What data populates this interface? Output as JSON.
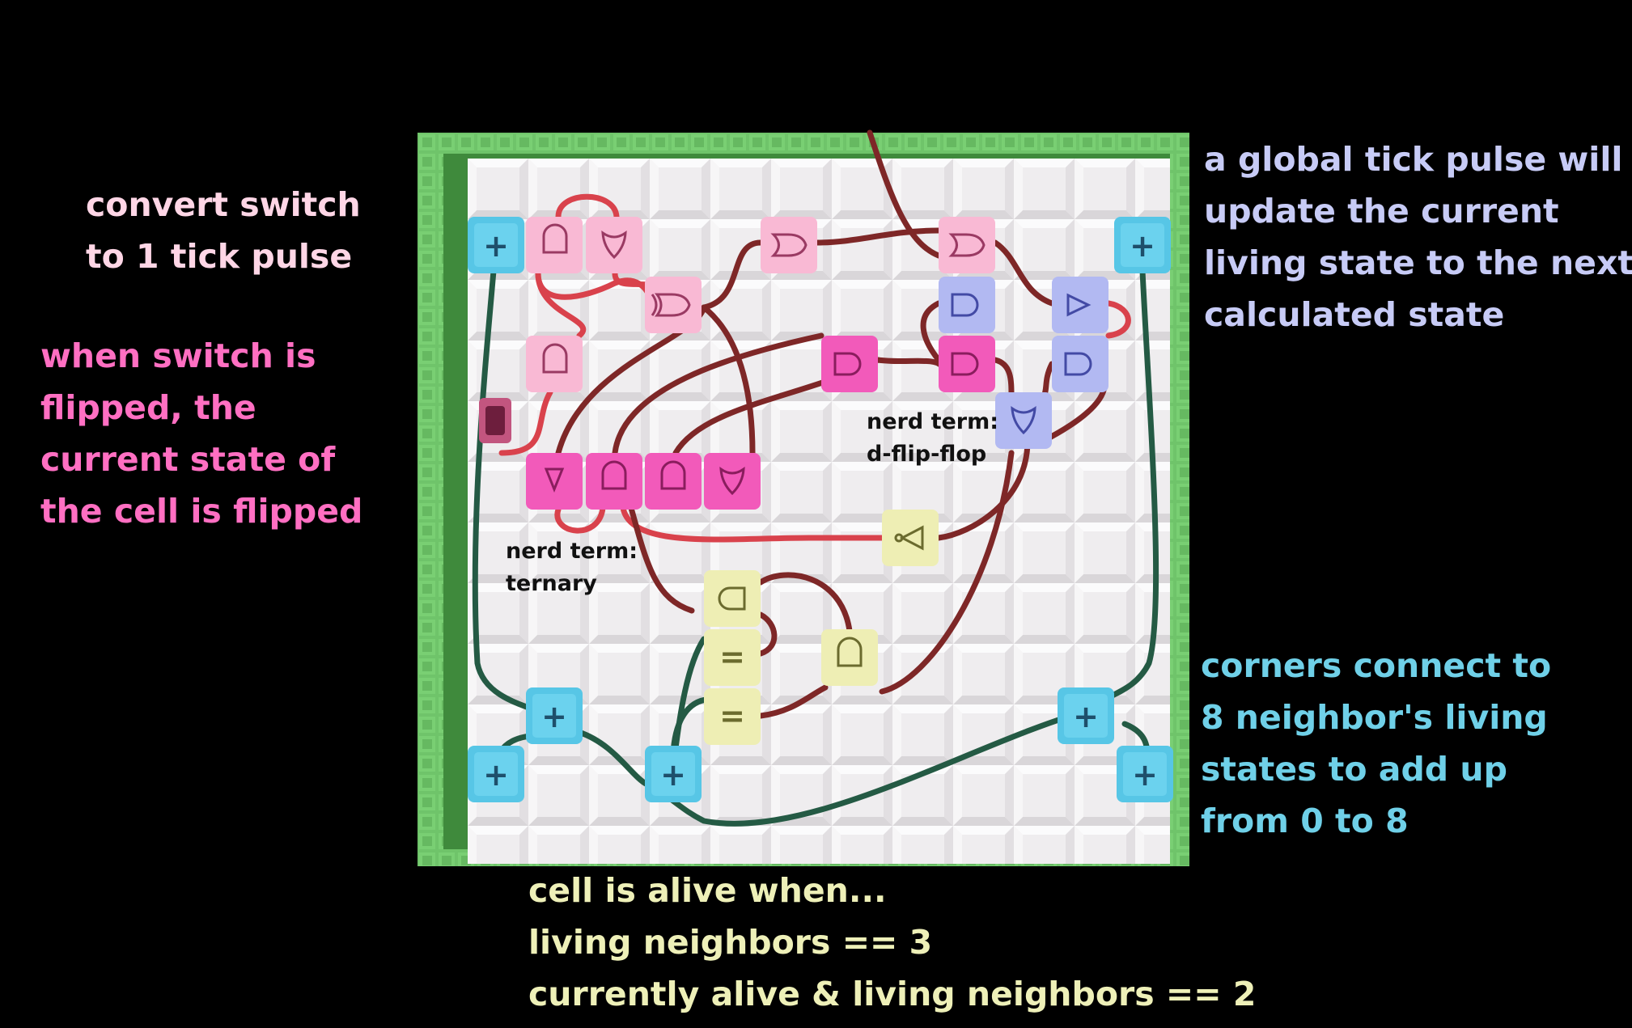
{
  "notes": {
    "pulse": {
      "lines": [
        "convert switch",
        "to 1 tick pulse"
      ],
      "color": "#ffd6e6"
    },
    "flip": {
      "lines": [
        "when switch is",
        "flipped, the",
        "current state of",
        "the cell is flipped"
      ],
      "color": "#ff6fc2"
    },
    "tick": {
      "lines": [
        "a global tick pulse will",
        "update the current",
        "living state to the next",
        "calculated state"
      ],
      "color": "#c7cbf6"
    },
    "corners": {
      "lines": [
        "corners connect to",
        "8 neighbor's living",
        "states to add up",
        "from 0 to 8"
      ],
      "color": "#6fd0e8"
    },
    "alive": {
      "lines": [
        "cell is alive when...",
        "living neighbors == 3",
        "currently alive & living neighbors == 2"
      ],
      "color": "#eef0b8"
    }
  },
  "terms": {
    "ternary": {
      "lines": [
        "nerd term:",
        "ternary"
      ]
    },
    "dff": {
      "lines": [
        "nerd term:",
        "d-flip-flop"
      ]
    }
  },
  "gate_symbols": {
    "add": "+",
    "equals": "="
  },
  "colors": {
    "background": "#000000",
    "board_border": "#6fc46a",
    "board_tile": "#f4f2f3",
    "adder": "#57c6e6",
    "light_pink": "#f9b9d4",
    "hot_pink": "#f25aba",
    "lavender": "#b2b9f2",
    "pale_yellow": "#eeeeb4",
    "wire_dark_red": "#7e2727",
    "wire_red": "#d9424c",
    "wire_green": "#245a44"
  }
}
